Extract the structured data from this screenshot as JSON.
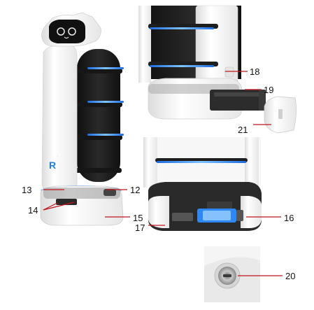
{
  "figure": {
    "callouts": {
      "c12": "12",
      "c13": "13",
      "c14": "14",
      "c15": "15",
      "c16": "16",
      "c17": "17",
      "c18": "18",
      "c19": "19",
      "c20": "20",
      "c21": "21"
    },
    "brand_mark": "R",
    "colors": {
      "leader_line": "#c0161c",
      "glow": "#2f8cff",
      "shell": "#f4f4f4",
      "dark": "#1c1c1c"
    },
    "icons": {
      "robot_face": "cat-face-screen",
      "brand": "r-logo"
    }
  }
}
